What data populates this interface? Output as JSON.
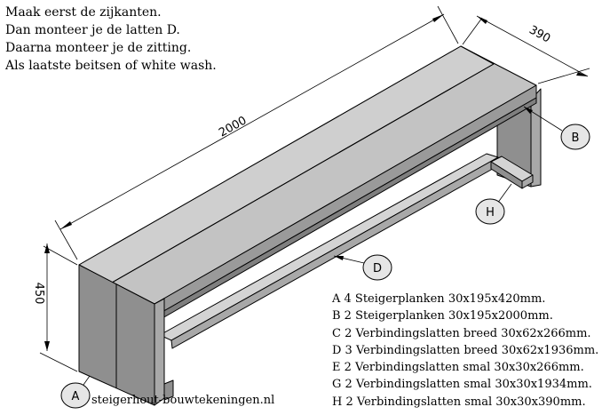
{
  "instructions": [
    "Maak eerst de zijkanten.",
    "Dan monteer je de latten D.",
    "Daarna monteer je de zitting.",
    "Als laatste beitsen of white wash."
  ],
  "dimensions": {
    "length": "2000",
    "depth": "390",
    "height": "450"
  },
  "callouts": {
    "a": "A",
    "b": "B",
    "d": "D",
    "h": "H"
  },
  "parts_list": [
    "A 4 Steigerplanken 30x195x420mm.",
    "B 2 Steigerplanken 30x195x2000mm.",
    "C 2 Verbindingslatten breed 30x62x266mm.",
    "D 3 Verbindingslatten breed 30x62x1936mm.",
    "E 2 Verbindingslatten smal 30x30x266mm.",
    "G 2 Verbindingslatten smal 30x30x1934mm.",
    "H 2 Verbindingslatten smal 30x30x390mm."
  ],
  "website": "steigerhout-bouwtekeningen.nl",
  "colors": {
    "wood_side": "#8f8f8f",
    "wood_top": "#c3c3c3",
    "wood_light": "#d4d4d4",
    "line": "#000000"
  }
}
